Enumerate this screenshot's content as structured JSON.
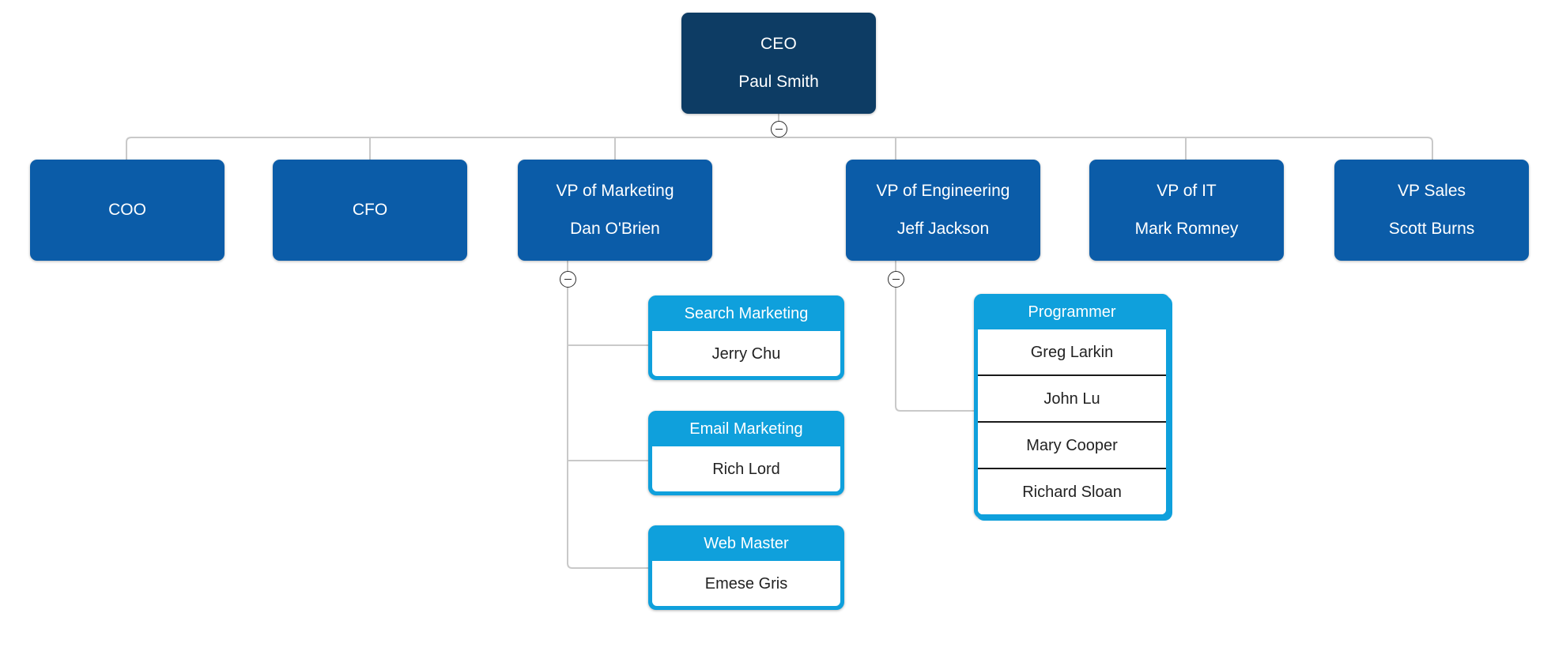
{
  "chart": {
    "kind": "organizational-chart",
    "colors": {
      "executive": "#0d3c64",
      "vice_president": "#0b5ca8",
      "team_header": "#0fa0dc",
      "team_body": "#ffffff",
      "connector": "#c9c9c9",
      "member_divider": "#1a1a1a",
      "text_light": "#ffffff",
      "text_dark": "#222222",
      "canvas": "#ffffff"
    },
    "toggles": [
      {
        "name": "toggle-ceo",
        "state": "expanded",
        "glyph": "minus"
      },
      {
        "name": "toggle-vp-marketing",
        "state": "expanded",
        "glyph": "minus"
      },
      {
        "name": "toggle-vp-engineering",
        "state": "expanded",
        "glyph": "minus"
      }
    ]
  },
  "executive": {
    "title": "CEO",
    "person": "Paul Smith"
  },
  "vps": [
    {
      "title": "COO",
      "person": ""
    },
    {
      "title": "CFO",
      "person": ""
    },
    {
      "title": "VP of Marketing",
      "person": "Dan O'Brien"
    },
    {
      "title": "VP of Engineering",
      "person": "Jeff Jackson"
    },
    {
      "title": "VP of IT",
      "person": "Mark Romney"
    },
    {
      "title": "VP Sales",
      "person": "Scott Burns"
    }
  ],
  "marketing_teams": [
    {
      "title": "Search Marketing",
      "members": [
        "Jerry Chu"
      ]
    },
    {
      "title": "Email Marketing",
      "members": [
        "Rich Lord"
      ]
    },
    {
      "title": "Web Master",
      "members": [
        "Emese Gris"
      ]
    }
  ],
  "engineering_teams": [
    {
      "title": "Programmer",
      "members": [
        "Greg Larkin",
        "John Lu",
        "Mary Cooper",
        "Richard Sloan"
      ]
    }
  ]
}
